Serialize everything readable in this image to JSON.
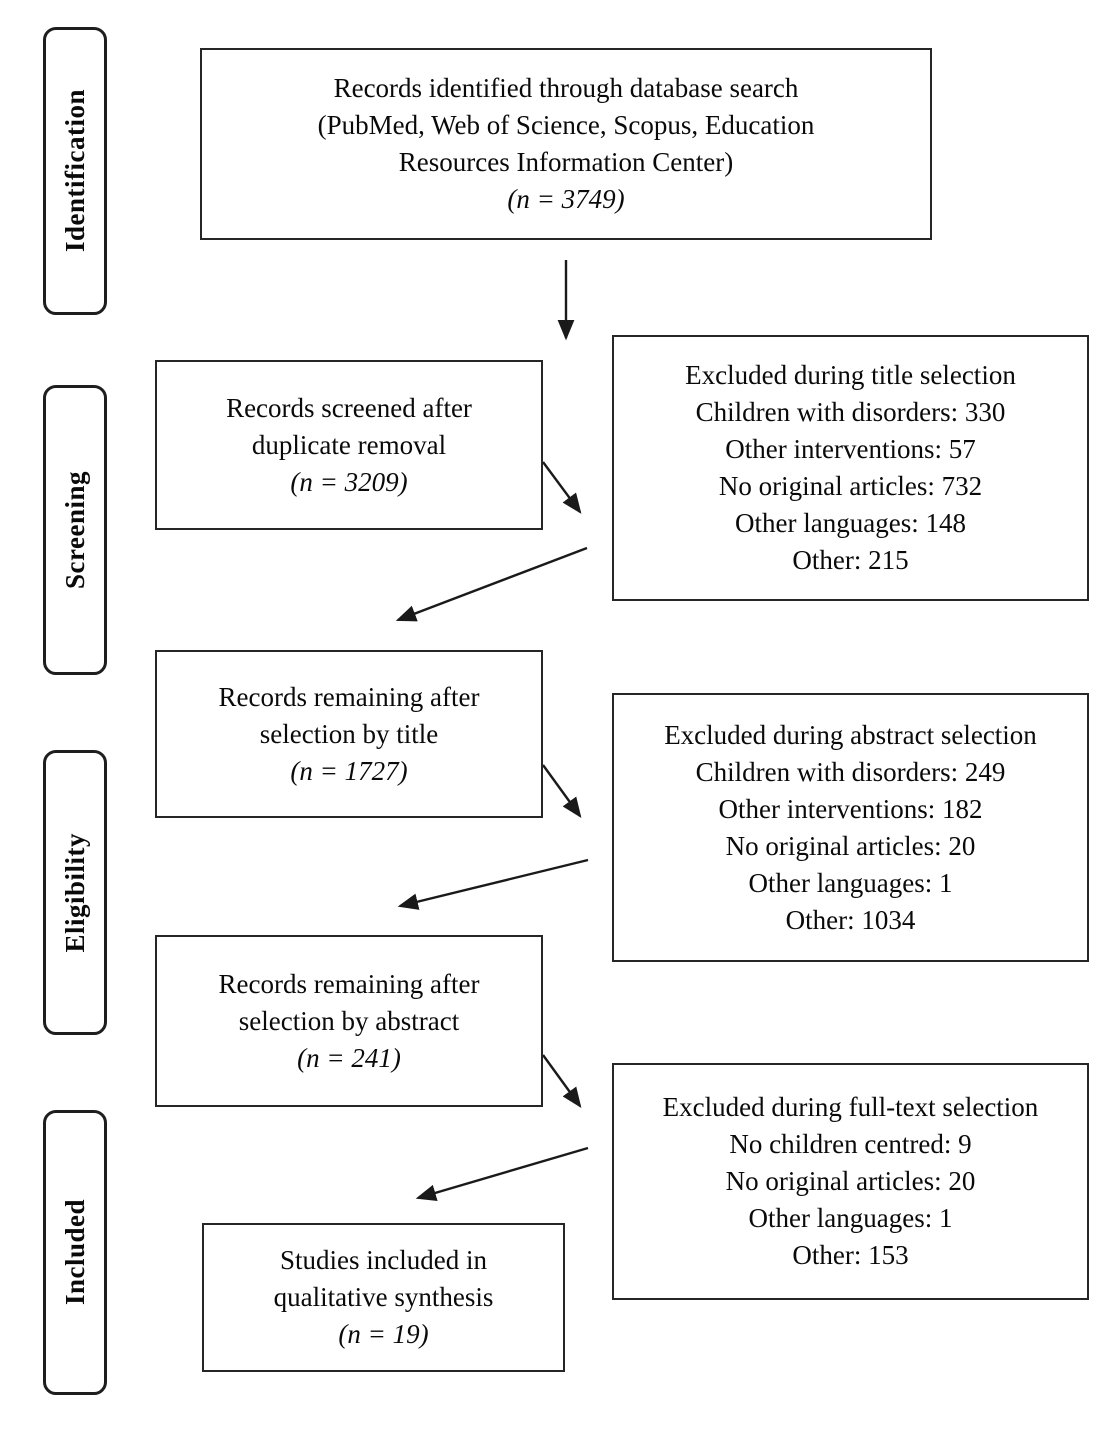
{
  "colors": {
    "background": "#ffffff",
    "border": "#262626",
    "text": "#0a0a0a"
  },
  "sidebar": {
    "stages": [
      "Identification",
      "Screening",
      "Eligibility",
      "Included"
    ]
  },
  "flow": {
    "main_boxes": [
      {
        "lines": [
          "Records identified through database search",
          "(PubMed, Web of Science, Scopus, Education",
          "Resources Information Center)"
        ],
        "n": "(n = 3749)"
      },
      {
        "lines": [
          "Records screened after",
          "duplicate removal"
        ],
        "n": "(n = 3209)"
      },
      {
        "lines": [
          "Records remaining after",
          "selection by title"
        ],
        "n": "(n = 1727)"
      },
      {
        "lines": [
          "Records remaining after",
          "selection by abstract"
        ],
        "n": "(n = 241)"
      },
      {
        "lines": [
          "Studies included in",
          "qualitative synthesis"
        ],
        "n": "(n = 19)"
      }
    ],
    "exclusion_boxes": [
      {
        "title": "Excluded during title selection",
        "items": [
          "Children with disorders: 330",
          "Other interventions: 57",
          "No original articles: 732",
          "Other languages: 148",
          "Other: 215"
        ]
      },
      {
        "title": "Excluded during abstract selection",
        "items": [
          "Children with disorders: 249",
          "Other interventions: 182",
          "No original articles: 20",
          "Other languages: 1",
          "Other: 1034"
        ]
      },
      {
        "title": "Excluded during full-text selection",
        "items": [
          "No children centred: 9",
          "No original articles: 20",
          "Other languages: 1",
          "Other: 153"
        ]
      }
    ]
  }
}
